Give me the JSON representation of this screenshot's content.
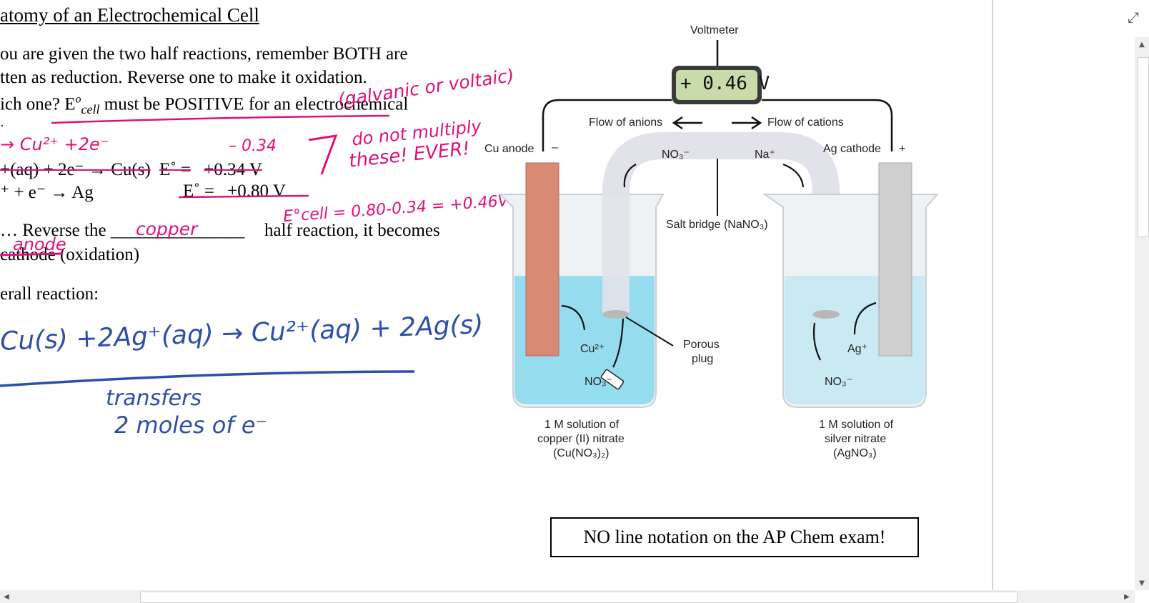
{
  "doc": {
    "title": "atomy of an Electrochemical Cell",
    "intro_line1": "ou are given the two half reactions, remember BOTH are",
    "intro_line2": "tten as reduction. Reverse one to make it oxidation.",
    "intro_line3_a": "ich one? E",
    "intro_line3_sup": "o",
    "intro_line3_sub": "cell",
    "intro_line3_b": " must be POSITIVE for an electrochemical",
    "stub_dot": "·",
    "eq1_left": "+(aq) +  2e⁻  →  Cu(s)",
    "eq1_e": "E˚ =",
    "eq1_val": "+0.34 V",
    "eq2_left": "⁺ + e⁻ → Ag",
    "eq2_e": "E˚ =",
    "eq2_val": "+0.80 V",
    "reverse_a": "…  Reverse the _______________",
    "reverse_b": "half reaction, it becomes",
    "reverse_c": "cathode (oxidation)",
    "overall": "erall reaction:",
    "notice": "NO line notation on the AP Chem exam!"
  },
  "annotations": {
    "galvanic": "(galvanic or voltaic)",
    "half_rxn": "→ Cu²⁺ +2e⁻",
    "neg_034": "– 0.34",
    "do_not": "do not multiply",
    "these": "these! EVER!",
    "ecell": "E°cell = 0.80-0.34 = +0.46V",
    "copper": "copper",
    "anode": "anode",
    "overall_eq": "Cu(s) +2Ag⁺(aq) → Cu²⁺(aq) + 2Ag(s)",
    "transfers": "transfers",
    "moles": "2 moles of e⁻"
  },
  "diagram": {
    "voltmeter": "Voltmeter",
    "reading": "+ 0.46 V",
    "flow_anions": "Flow of anions",
    "flow_cations": "Flow of cations",
    "cu_anode": "Cu anode",
    "minus": "–",
    "ag_cathode": "Ag cathode",
    "plus": "+",
    "no3_top": "NO₃⁻",
    "na_top": "Na⁺",
    "salt_bridge": "Salt bridge (NaNO₃)",
    "porous1": "Porous",
    "porous2": "plug",
    "cu2": "Cu²⁺",
    "no3_left": "NO₃⁻",
    "ag_ion": "Ag⁺",
    "no3_right": "NO₃⁻",
    "left_sol1": "1 M solution of",
    "left_sol2": "copper (II) nitrate",
    "left_sol3": "(Cu(NO₃)₂)",
    "right_sol1": "1 M solution of",
    "right_sol2": "silver nitrate",
    "right_sol3": "(AgNO₃)"
  },
  "colors": {
    "pink_ink": "#e0107a",
    "blue_ink": "#2c4fa8",
    "solution": "#7fd6ee",
    "copper": "#d98a74",
    "silver": "#cfcfcf",
    "lcd": "#c9dba8"
  },
  "icons": {
    "expand": "expand-icon",
    "scroll_up": "scroll-up-arrow",
    "scroll_down": "scroll-down-arrow",
    "scroll_left": "scroll-left-arrow",
    "scroll_right": "scroll-right-arrow",
    "eraser": "eraser-cursor-icon"
  }
}
